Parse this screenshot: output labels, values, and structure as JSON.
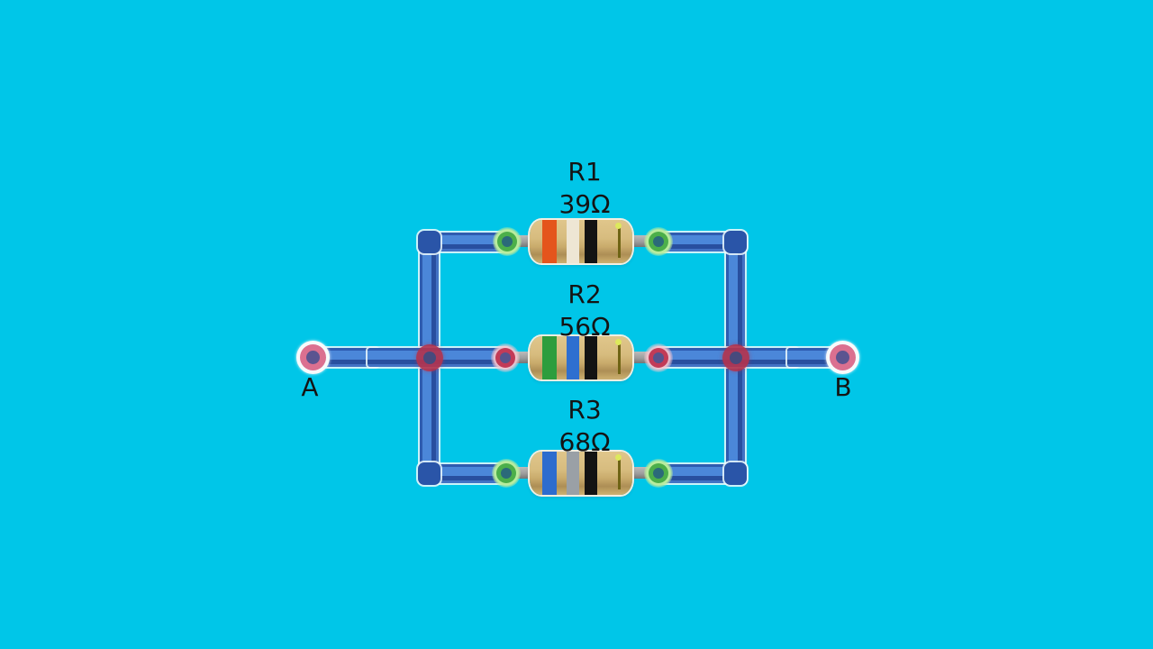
{
  "background_color": "#00c6e8",
  "terminals": {
    "a": {
      "label": "A"
    },
    "b": {
      "label": "B"
    }
  },
  "resistors": [
    {
      "name": "R1",
      "value": "39Ω",
      "bands": [
        {
          "name": "orange",
          "color": "#e4551c"
        },
        {
          "name": "white",
          "color": "#eee6d4"
        },
        {
          "name": "black",
          "color": "#131313"
        },
        {
          "name": "gold",
          "color": "#6f6414"
        }
      ]
    },
    {
      "name": "R2",
      "value": "56Ω",
      "bands": [
        {
          "name": "green",
          "color": "#2d9d3d"
        },
        {
          "name": "blue",
          "color": "#2e6fd0"
        },
        {
          "name": "black",
          "color": "#131313"
        },
        {
          "name": "gold",
          "color": "#6f6414"
        }
      ]
    },
    {
      "name": "R3",
      "value": "68Ω",
      "bands": [
        {
          "name": "blue",
          "color": "#2d6cce"
        },
        {
          "name": "gray",
          "color": "#9aa0a6"
        },
        {
          "name": "black",
          "color": "#131313"
        },
        {
          "name": "gold",
          "color": "#6f6414"
        }
      ]
    }
  ],
  "colors": {
    "wire_main": "#4b87d9",
    "wire_dark": "#2a55a8",
    "wire_outline": "#ecf9fc",
    "lead_gray": "#9e9e9e",
    "resistor_body": "#d7bc7f",
    "connector_green_ring": "#4caf4a",
    "connector_green_halo": "#b9ec9e",
    "connector_red_ring": "#c23b57",
    "junction_ring": "#b2334e",
    "terminal_ring": "#db7090",
    "label_text": "#141414"
  }
}
